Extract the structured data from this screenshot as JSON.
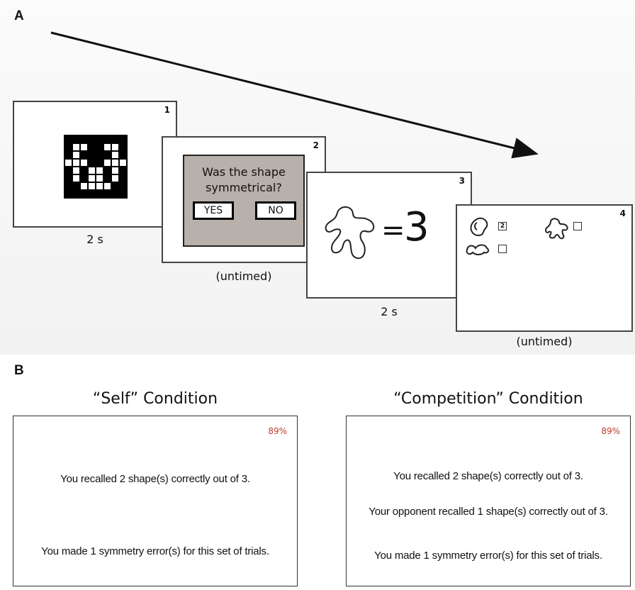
{
  "panel_a": {
    "label": "A",
    "screens": [
      {
        "number": "1",
        "caption": "2 s"
      },
      {
        "number": "2",
        "caption": "(untimed)",
        "question": "Was the shape symmetrical?",
        "yes_label": "YES",
        "no_label": "NO"
      },
      {
        "number": "3",
        "caption": "2 s",
        "equals": "=",
        "value": "3"
      },
      {
        "number": "4",
        "caption": "(untimed)",
        "selected_value": "2"
      }
    ],
    "grid_pattern": [
      "BBBBBBBB",
      "BWWBBWWB",
      "BWBBBBWB",
      "WWWBBWWW",
      "BWBWWBWB",
      "BWBWWBWB",
      "BBWWWWBB",
      "BBBBBBBB"
    ]
  },
  "panel_b": {
    "label": "B",
    "self": {
      "title": "“Self” Condition",
      "percent": "89%",
      "lines": [
        "You recalled 2 shape(s) correctly out of 3.",
        "You made 1 symmetry error(s) for this set of trials."
      ]
    },
    "competition": {
      "title": "“Competition” Condition",
      "percent": "89%",
      "lines": [
        "You recalled 2 shape(s) correctly out of 3.",
        "Your opponent recalled 1 shape(s) correctly out of 3.",
        "You made 1 symmetry error(s) for this set of trials."
      ]
    }
  },
  "colors": {
    "dialog_bg": "#b8b0aa",
    "percent_text": "#c0392b"
  }
}
